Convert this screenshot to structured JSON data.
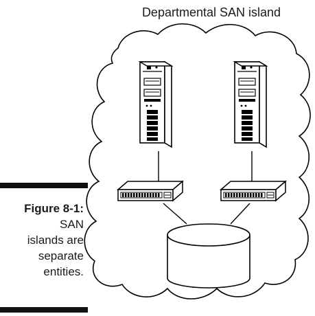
{
  "diagram": {
    "title": "Departmental SAN island",
    "caption": {
      "figure_label": "Figure 8-1:",
      "lines": [
        "SAN",
        "islands are",
        "separate",
        "entities."
      ]
    },
    "nodes": [
      {
        "name": "server-left",
        "kind": "server-tower-icon"
      },
      {
        "name": "server-right",
        "kind": "server-tower-icon"
      },
      {
        "name": "switch-left",
        "kind": "network-switch-icon"
      },
      {
        "name": "switch-right",
        "kind": "network-switch-icon"
      },
      {
        "name": "storage",
        "kind": "storage-cylinder-icon"
      }
    ],
    "edges": [
      {
        "from": "server-left",
        "to": "switch-left"
      },
      {
        "from": "server-right",
        "to": "switch-right"
      },
      {
        "from": "switch-left",
        "to": "storage"
      },
      {
        "from": "switch-right",
        "to": "storage"
      }
    ]
  }
}
